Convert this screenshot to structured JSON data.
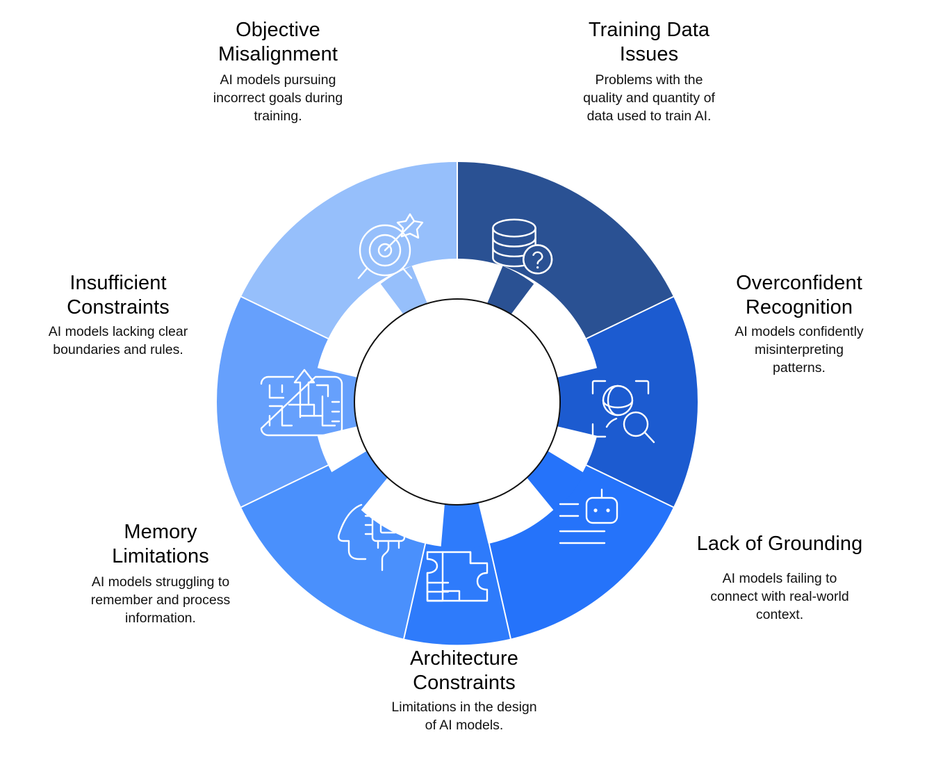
{
  "diagram": {
    "type": "donut-wheel",
    "title": "AI Failure Modes Wheel",
    "center": {
      "fill": "#ffffff",
      "stroke": "#111111",
      "label": ""
    },
    "segment_count": 7,
    "segments": [
      {
        "id": "training-data-issues",
        "title": "Training Data\nIssues",
        "description": "Problems with the\nquality and quantity of\ndata used to train AI.",
        "color": "#2A5193",
        "icon": "database-question-icon",
        "position": "top-right"
      },
      {
        "id": "overconfident-recognition",
        "title": "Overconfident\nRecognition",
        "description": "AI models confidently\nmisinterpreting\npatterns.",
        "color": "#1C5BD0",
        "icon": "scan-sphere-magnifier-icon",
        "position": "right"
      },
      {
        "id": "lack-of-grounding",
        "title": "Lack of Grounding",
        "description": "AI models failing to\nconnect with real-world\ncontext.",
        "color": "#2573FA",
        "icon": "robot-head-lines-icon",
        "position": "bottom-right"
      },
      {
        "id": "architecture-constraints",
        "title": "Architecture\nConstraints",
        "description": "Limitations in the design\nof AI models.",
        "color": "#2E7BFB",
        "icon": "puzzle-blueprint-icon",
        "position": "bottom"
      },
      {
        "id": "memory-limitations",
        "title": "Memory\nLimitations",
        "description": "AI models struggling to\nremember and process\ninformation.",
        "color": "#4A90FC",
        "icon": "head-chip-icon",
        "position": "bottom-left"
      },
      {
        "id": "insufficient-constraints",
        "title": "Insufficient\nConstraints",
        "description": "AI models lacking clear\nboundaries and rules.",
        "color": "#66A0FC",
        "icon": "maze-arrow-icon",
        "position": "left"
      },
      {
        "id": "objective-misalignment",
        "title": "Objective\nMisalignment",
        "description": "AI models pursuing\nincorrect goals during\ntraining.",
        "color": "#96BFFB",
        "icon": "target-arrow-icon",
        "position": "top-left"
      }
    ]
  }
}
